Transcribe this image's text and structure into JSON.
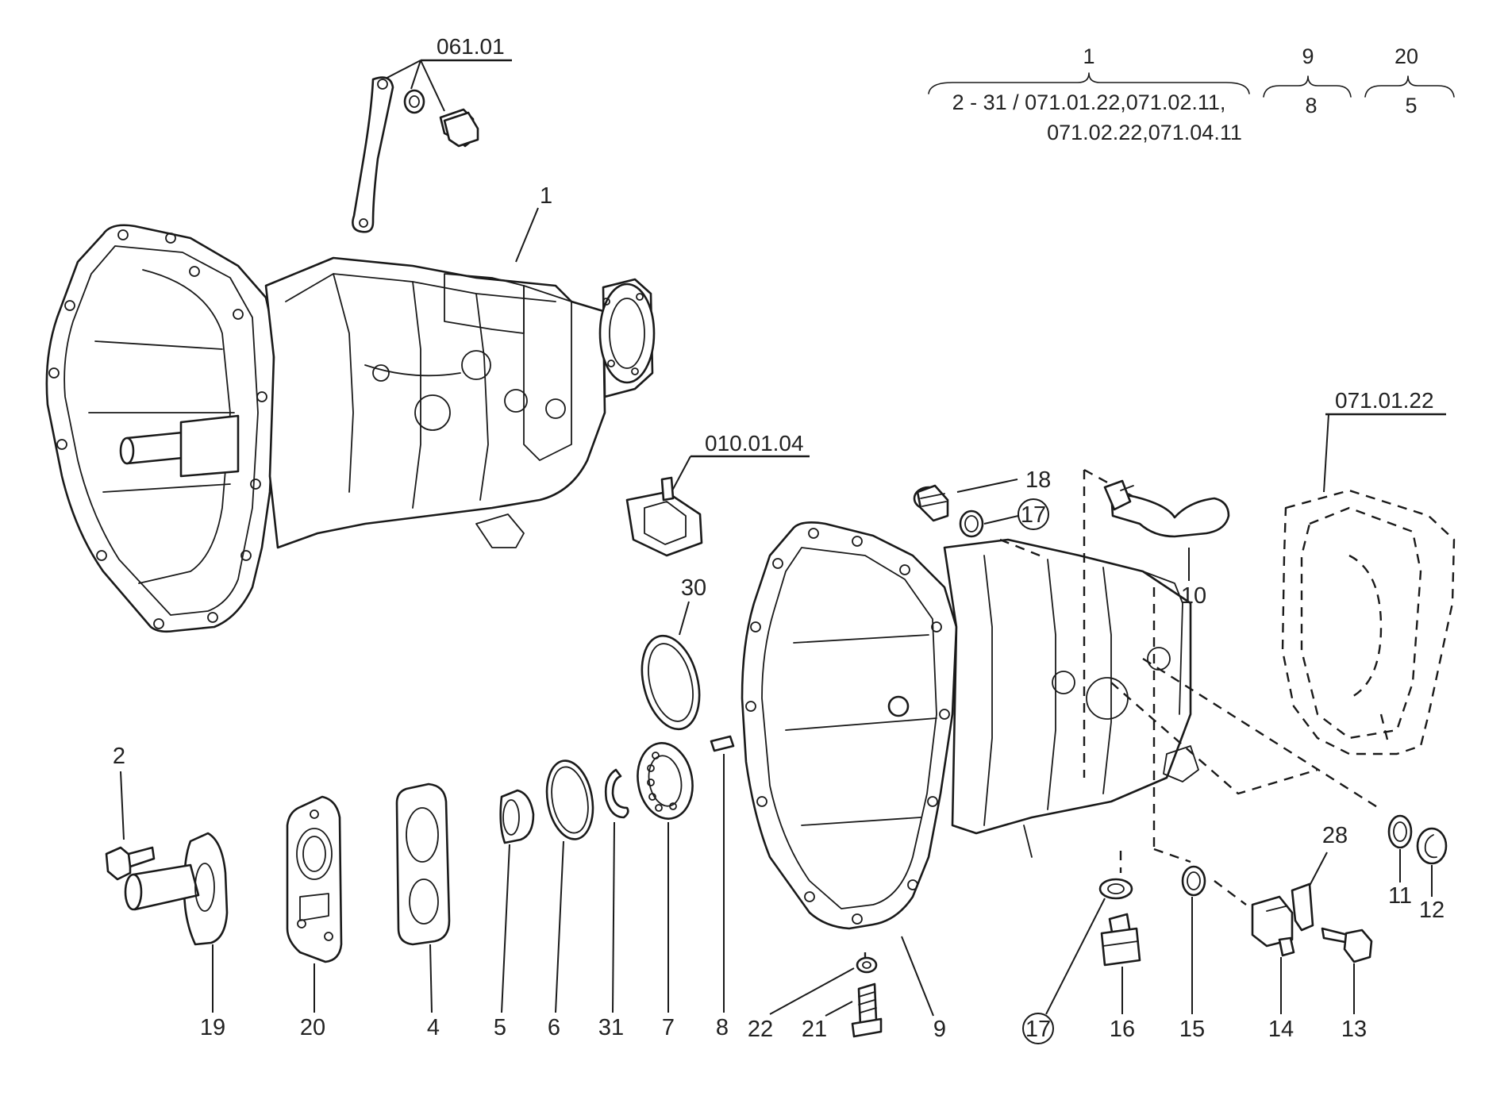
{
  "header": {
    "group1": {
      "top": "1",
      "line1": "2 - 31 / 071.01.22,071.02.11,",
      "line2": "071.02.22,071.04.11"
    },
    "group2": {
      "top": "9",
      "bottom": "8"
    },
    "group3": {
      "top": "20",
      "bottom": "5"
    }
  },
  "refs": {
    "ref_061": "061.01",
    "ref_010": "010.01.04",
    "ref_071": "071.01.22"
  },
  "labels": {
    "l1": "1",
    "l2": "2",
    "l4": "4",
    "l5": "5",
    "l6": "6",
    "l7": "7",
    "l8": "8",
    "l9": "9",
    "l10": "10",
    "l11": "11",
    "l12": "12",
    "l13": "13",
    "l14": "14",
    "l15": "15",
    "l16": "16",
    "l17a": "17",
    "l17b": "17",
    "l18": "18",
    "l19": "19",
    "l20": "20",
    "l21": "21",
    "l22": "22",
    "l28": "28",
    "l30": "30",
    "l31": "31"
  }
}
